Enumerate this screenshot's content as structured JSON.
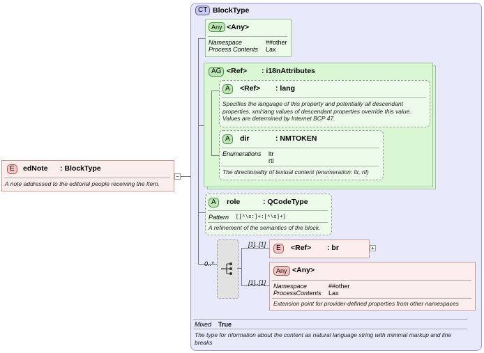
{
  "root": {
    "badge": "E",
    "name": "edNote",
    "type": ": BlockType",
    "description": "A note addressed to the editorial people receiving the Item."
  },
  "complex_type": {
    "badge": "CT",
    "name": "BlockType",
    "mixed_label": "Mixed",
    "mixed_value": "True",
    "description": "The type for nformation about the content as natural language string with minimal markup and line breaks"
  },
  "any_attr": {
    "badge": "Any",
    "name": "<Any>",
    "rows": [
      {
        "label": "Namespace",
        "value": "##other"
      },
      {
        "label": "Process Contents",
        "value": "Lax"
      }
    ]
  },
  "attr_group": {
    "badge": "AG",
    "ref": "<Ref>",
    "name": ": i18nAttributes",
    "lang": {
      "badge": "A",
      "ref": "<Ref>",
      "name": ": lang",
      "description": "Specifies the language of this property and potentially all descendant properties. xml:lang values of descendant properties override this value. Values are determined by Internet BCP 47."
    },
    "dir": {
      "badge": "A",
      "name": "dir",
      "type": ": NMTOKEN",
      "enum_label": "Enumerations",
      "enum_values": [
        "ltr",
        "rtl"
      ],
      "description": "The directionality of textual content (enumeration: ltr, rtl)"
    }
  },
  "role": {
    "badge": "A",
    "name": "role",
    "type": ": QCodeType",
    "pattern_label": "Pattern",
    "pattern_value": "[[^\\s:]+:[^\\s]+]",
    "description": "A refinement of the semantics of the block."
  },
  "sequence": {
    "multiplicity": "0..*"
  },
  "br": {
    "badge": "E",
    "ref": "<Ref>",
    "name": ": br",
    "multiplicity": "[1]..[1]"
  },
  "any_elem": {
    "badge": "Any",
    "name": "<Any>",
    "multiplicity": "[1]..[1]",
    "rows": [
      {
        "label": "Namespace",
        "value": "##other"
      },
      {
        "label": "ProcessContents",
        "value": "Lax"
      }
    ],
    "description": "Extension point for provider-defined properties from other namespaces"
  }
}
